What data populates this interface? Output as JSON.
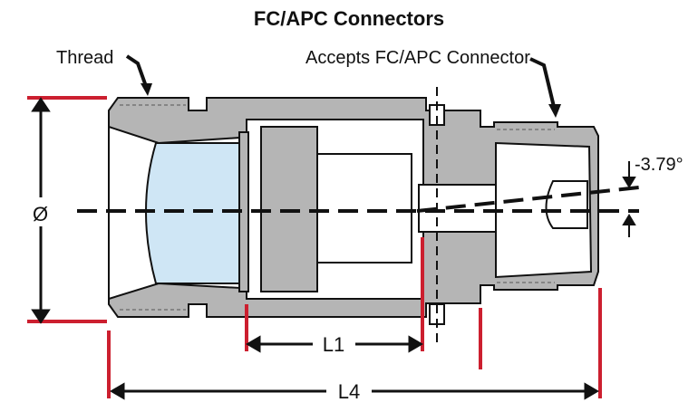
{
  "title": "FC/APC Connectors",
  "labels": {
    "thread": "Thread",
    "accepts": "Accepts FC/APC Connector",
    "angle": "-3.79°",
    "diameter": "Ø",
    "l1": "L1",
    "l4": "L4"
  },
  "colors": {
    "body": "#b5b5b5",
    "outline": "#111111",
    "lens": "#cfe6f5",
    "dimension_red": "#cc1f2f"
  }
}
